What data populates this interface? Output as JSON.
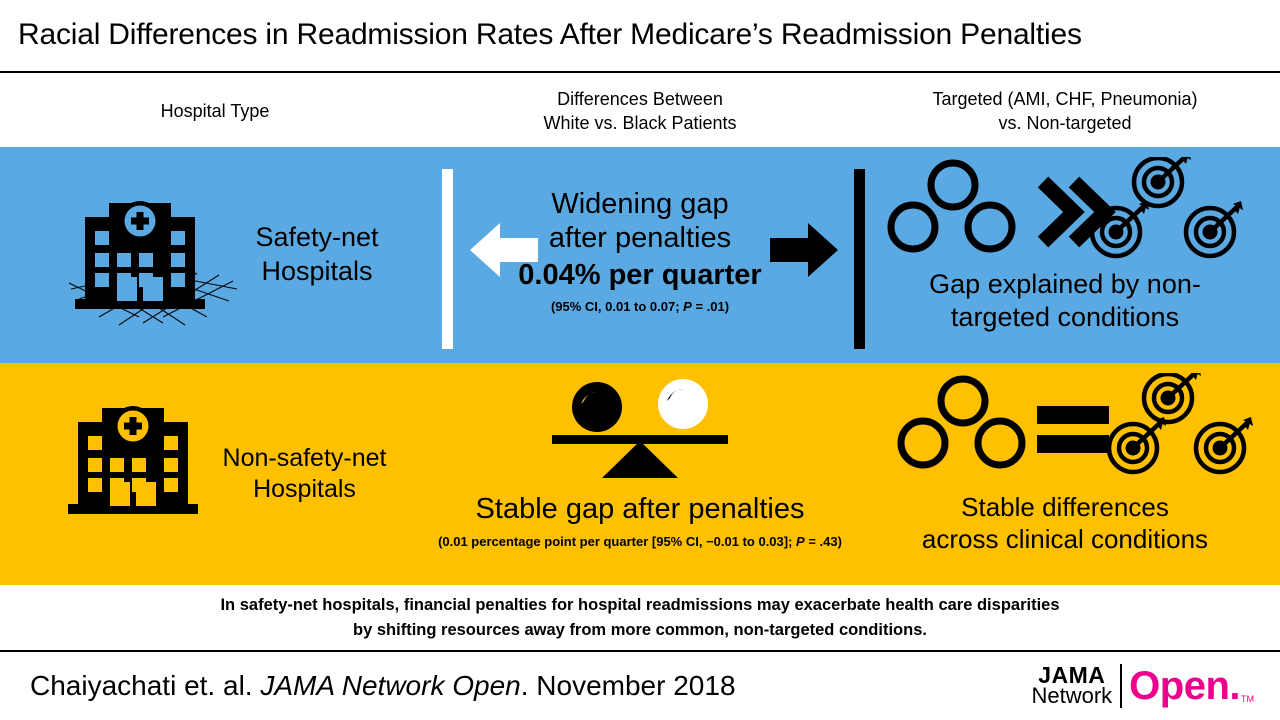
{
  "title": "Racial Differences in Readmission Rates After Medicare’s Readmission Penalties",
  "column_headers": [
    {
      "line1": "Hospital Type",
      "line2": ""
    },
    {
      "line1": "Differences Between",
      "line2": "White vs. Black Patients"
    },
    {
      "line1": "Targeted (AMI, CHF, Pneumonia)",
      "line2": "vs. Non-targeted"
    }
  ],
  "rows": [
    {
      "id": "safety-net",
      "background": "#5BA9E2",
      "hospital_icon": "hospital-with-net-icon",
      "hospital_label_line1": "Safety-net",
      "hospital_label_line2": "Hospitals",
      "middle": {
        "headline_line1": "Widening gap",
        "headline_line2": "after penalties",
        "statistic": "0.04% per quarter",
        "ci_prefix": "(95% CI, 0.01 to 0.07; ",
        "ci_p_italic": "P",
        "ci_suffix": " = .01)",
        "left_arrow_icon": "arrow-left-icon",
        "right_arrow_icon": "arrow-right-icon",
        "left_bar_color": "#FFFFFF",
        "right_bar_color": "#000000"
      },
      "right": {
        "comparator_icon": "double-chevron-greater-than-icon",
        "circles_icon": "three-open-circles-icon",
        "targets_icon": "three-target-with-arrow-icon",
        "text_line1": "Gap explained by non-",
        "text_line2": "targeted conditions"
      }
    },
    {
      "id": "non-safety-net",
      "background": "#FFC000",
      "hospital_icon": "hospital-icon",
      "hospital_label_line1": "Non-safety-net",
      "hospital_label_line2": "Hospitals",
      "middle": {
        "scale_icon": "balance-scale-icon",
        "headline_line1": "Stable gap after penalties",
        "ci_prefix": "(0.01 percentage point per quarter [95% CI, −0.01 to 0.03]; ",
        "ci_p_italic": "P",
        "ci_suffix": " = .43)"
      },
      "right": {
        "comparator_icon": "equals-sign-icon",
        "circles_icon": "three-open-circles-icon",
        "targets_icon": "three-target-with-arrow-icon",
        "text_line1": "Stable differences",
        "text_line2": "across clinical conditions"
      }
    }
  ],
  "summary": {
    "line1": "In safety-net hospitals, financial penalties for hospital readmissions may exacerbate health care disparities",
    "line2": "by shifting resources away from more common, non-targeted conditions."
  },
  "footer": {
    "citation_prefix": "Chaiyachati et. al. ",
    "citation_journal": "JAMA Network Open",
    "citation_suffix": ". November 2018",
    "logo": {
      "jama": "JAMA",
      "network": "Network",
      "open": "Open.",
      "tm": "TM",
      "open_color": "#EC008C"
    }
  },
  "colors": {
    "blue_row": "#5BA9E2",
    "orange_row": "#FFC000",
    "magenta": "#EC008C",
    "black": "#000000",
    "white": "#FFFFFF"
  }
}
